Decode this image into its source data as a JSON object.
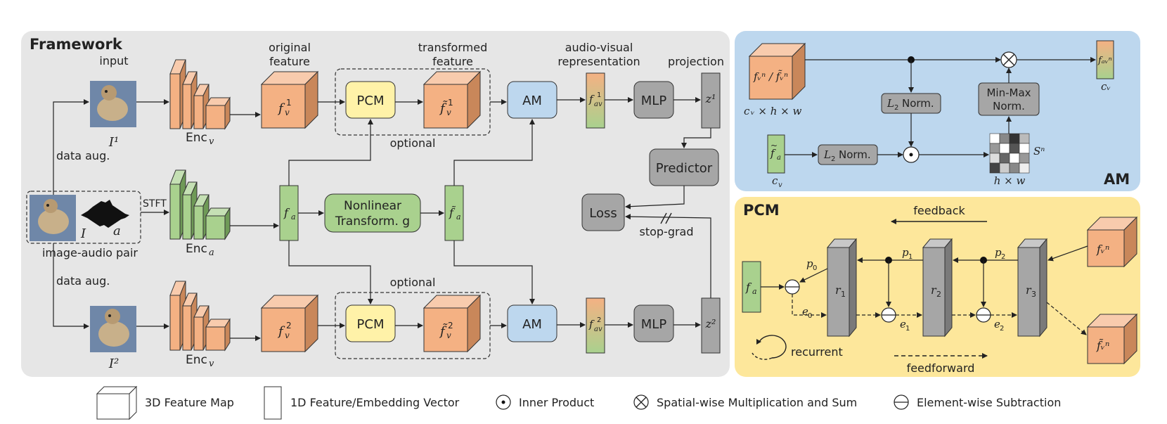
{
  "framework": {
    "title": "Framework",
    "input_label": "input",
    "original_feature_label": [
      "original",
      "feature"
    ],
    "transformed_feature_label": [
      "transformed",
      "feature"
    ],
    "av_repr_label": [
      "audio-visual",
      "representation"
    ],
    "projection_label": "projection",
    "image1": "I¹",
    "image2": "I²",
    "image": "I",
    "audio": "a",
    "enc_v": "Enc",
    "enc_v_sub": "v",
    "enc_a": "Enc",
    "enc_a_sub": "a",
    "data_aug": "data aug.",
    "stft": "STFT",
    "pair_label": "image-audio pair",
    "fv1": "f",
    "fv2": "f",
    "pcm": "PCM",
    "am": "AM",
    "mlp": "MLP",
    "fav1": "f",
    "fav2": "f",
    "z1": "z¹",
    "z2": "z²",
    "predictor": "Predictor",
    "loss": "Loss",
    "stop_grad": "stop-grad",
    "optional": "optional",
    "fa": "f",
    "nonlinear": [
      "Nonlinear",
      "Transform. g"
    ]
  },
  "am_panel": {
    "title": "AM",
    "input_dims": "c",
    "l2_norm": "L",
    "norm_suffix": "Norm.",
    "minmax": [
      "Min-Max",
      "Norm."
    ],
    "s_n": "Sⁿ",
    "hw": "h × w",
    "cv": "c",
    "fa_label": "f"
  },
  "pcm_panel": {
    "title": "PCM",
    "feedback": "feedback",
    "feedforward": "feedforward",
    "recurrent": "recurrent",
    "r1": "r",
    "r2": "r",
    "r3": "r",
    "p0": "p",
    "p1": "p",
    "p2": "p",
    "e0": "e",
    "e1": "e",
    "e2": "e"
  },
  "legend": {
    "item1": "3D Feature Map",
    "item2": "1D Feature/Embedding Vector",
    "item3": "Inner Product",
    "item4": "Spatial-wise Multiplication and Sum",
    "item5": "Element-wise Subtraction"
  },
  "colors": {
    "framework_bg": "#e6e6e6",
    "am_bg": "#bdd7ee",
    "pcm_bg": "#fde79b",
    "orange": "#f4b183",
    "green": "#a9d18e",
    "yellow_block": "#fff2a8",
    "blue_block": "#bdd7ee",
    "grey_block": "#a6a6a6"
  }
}
